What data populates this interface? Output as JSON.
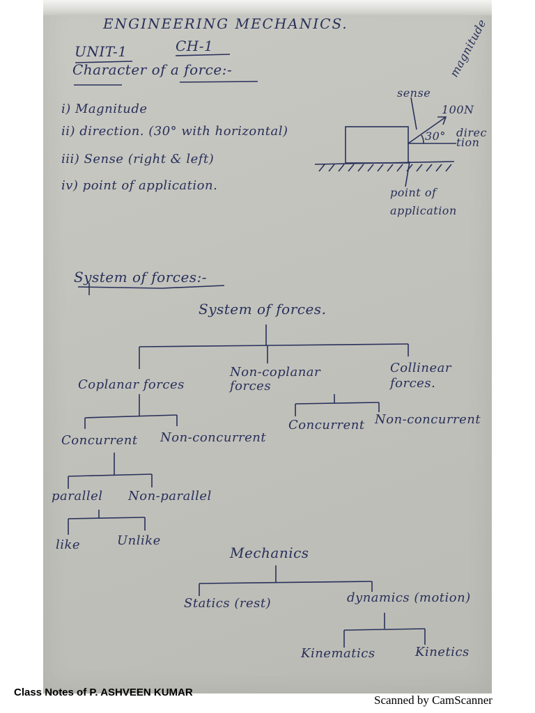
{
  "notes": {
    "title": "ENGINEERING MECHANICS.",
    "unit": "UNIT-1",
    "chapter": "CH-1",
    "heading1": "Character of a force:-",
    "characteristics": [
      "i) Magnitude",
      "ii) direction. (30° with horizontal)",
      "iii) Sense (right & left)",
      "iv) point of application."
    ],
    "figure": {
      "magnitude_label": "magnitude",
      "sense_label": "sense",
      "force_value": "100N",
      "angle": "30°",
      "direction_label": "direc tion",
      "point_label": "point of application"
    },
    "heading2": "System of forces:-",
    "tree_forces": {
      "root": "System of forces.",
      "level1": [
        "Coplanar forces",
        "Non-coplanar forces",
        "Collinear forces."
      ],
      "coplanar_children": [
        "Concurrent",
        "Non-concurrent"
      ],
      "noncoplanar_children": [
        "Concurrent",
        "Non-concurrent"
      ],
      "concurrent_children": [
        "parallel",
        "Non-parallel"
      ],
      "parallel_children": [
        "like",
        "Unlike"
      ]
    },
    "tree_mechanics": {
      "root": "Mechanics",
      "level1": [
        "Statics (rest)",
        "dynamics (motion)"
      ],
      "dynamics_children": [
        "Kinematics",
        "Kinetics"
      ]
    }
  },
  "footer": {
    "left": "Class Notes of P. ASHVEEN KUMAR",
    "right": "Scanned by CamScanner"
  }
}
